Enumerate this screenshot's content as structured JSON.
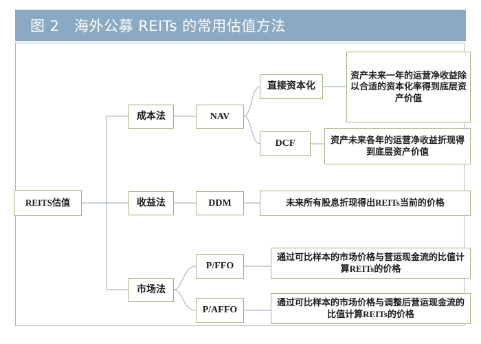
{
  "header": {
    "title": "图 2　海外公募 REITs 的常用估值方法",
    "bar_color": "#8aaac4",
    "title_color": "#ffffff"
  },
  "diagram": {
    "type": "tree",
    "node_border_color": "#9bb37a",
    "link_color": "#aab6cc",
    "frame_color": "#b4b4b4",
    "root": {
      "label": "REITS估值"
    },
    "branches": [
      {
        "label": "成本法",
        "method": {
          "label": "NAV"
        },
        "children": [
          {
            "label": "直接资本化",
            "description": "资产未来一年的运营净收益除以合适的资本化率得到底层资产价值"
          },
          {
            "label": "DCF",
            "description": "资产未来各年的运营净收益折现得到底层资产价值"
          }
        ]
      },
      {
        "label": "收益法",
        "method": {
          "label": "DDM"
        },
        "children": [
          {
            "label": "",
            "description": "未来所有股息折现得出REITs当前的价格"
          }
        ]
      },
      {
        "label": "市场法",
        "method": null,
        "children": [
          {
            "label": "P/FFO",
            "description": "通过可比样本的市场价格与营运现金流的比值计算REITs的价格"
          },
          {
            "label": "P/AFFO",
            "description": "通过可比样本的市场价格与调整后营运现金流的比值计算REITs的价格"
          }
        ]
      }
    ]
  }
}
